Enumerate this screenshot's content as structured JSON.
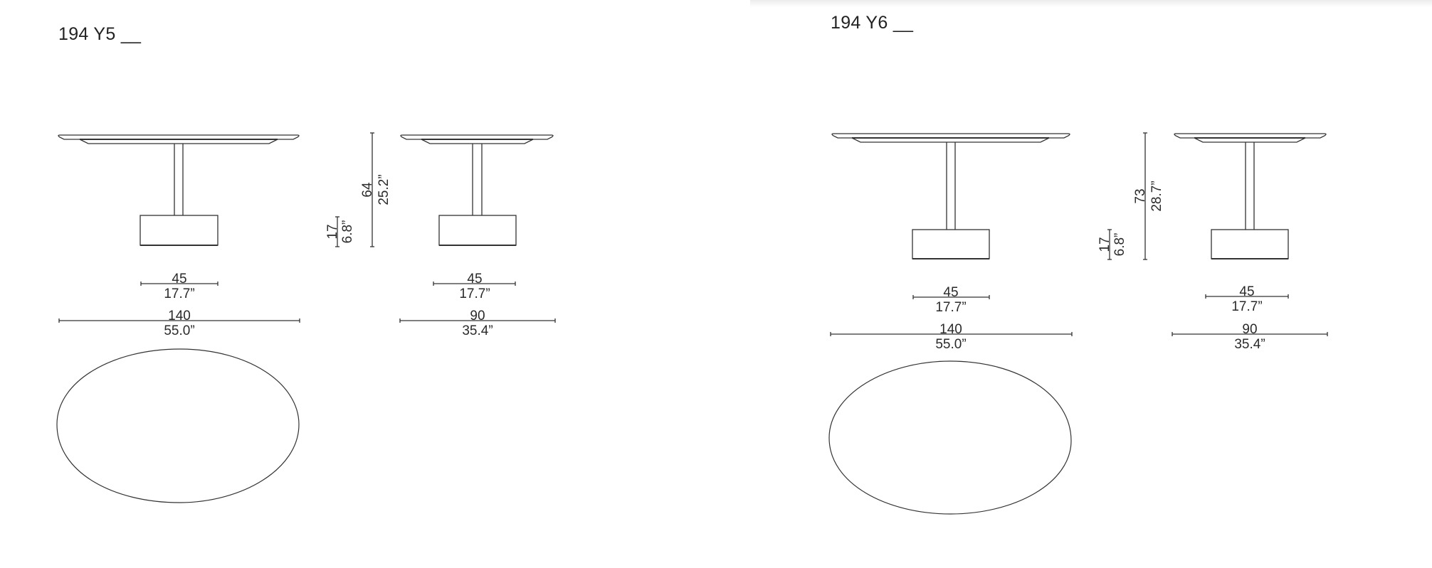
{
  "sheets": [
    {
      "title": "194 Y5 __",
      "large_table": {
        "base_width_cm": "45",
        "base_width_in": "17.7”",
        "top_width_cm": "140",
        "top_width_in": "55.0”",
        "plan_shape": "oval"
      },
      "height_dim": {
        "total_cm": "64",
        "total_in": "25.2”",
        "base_cm": "17",
        "base_in": "6.8”"
      },
      "small_table": {
        "base_width_cm": "45",
        "base_width_in": "17.7”",
        "top_width_cm": "90",
        "top_width_in": "35.4”"
      }
    },
    {
      "title": "194 Y6 __",
      "large_table": {
        "base_width_cm": "45",
        "base_width_in": "17.7”",
        "top_width_cm": "140",
        "top_width_in": "55.0”",
        "plan_shape": "oval"
      },
      "height_dim": {
        "total_cm": "73",
        "total_in": "28.7”",
        "base_cm": "17",
        "base_in": "6.8”"
      },
      "small_table": {
        "base_width_cm": "45",
        "base_width_in": "17.7”",
        "top_width_cm": "90",
        "top_width_in": "35.4”"
      }
    }
  ],
  "colors": {
    "line": "#333333",
    "text": "#222222",
    "background": "#ffffff"
  }
}
